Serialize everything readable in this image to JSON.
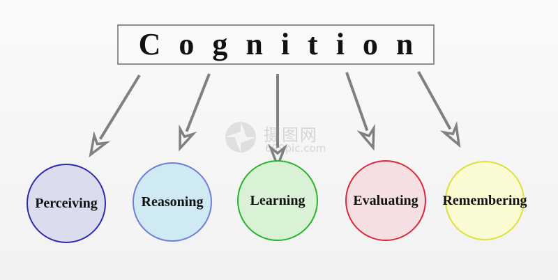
{
  "title": "Cognition",
  "nodes": [
    {
      "label": "Perceiving",
      "fill": "#dcdcef",
      "border": "#2b2bb0"
    },
    {
      "label": "Reasoning",
      "fill": "#cfeaf3",
      "border": "#6f7ed4"
    },
    {
      "label": "Learning",
      "fill": "#d9f2d6",
      "border": "#27b327"
    },
    {
      "label": "Evaluating",
      "fill": "#f6dfe3",
      "border": "#d8283c"
    },
    {
      "label": "Remembering",
      "fill": "#fafad3",
      "border": "#e0e03a"
    }
  ],
  "watermark": {
    "text": "摄图网",
    "sub": "699pic.com"
  },
  "colors": {
    "arrow": "#808080",
    "title_border": "#8e8e8e"
  }
}
